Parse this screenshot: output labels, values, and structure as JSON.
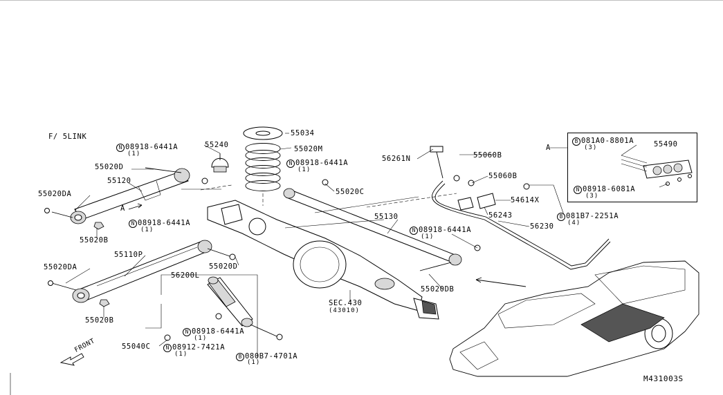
{
  "figure_id": "M431003S",
  "section_title": "F/ 5LINK",
  "front_label": "FRONT",
  "view_marker": "A",
  "labels": {
    "p55034": "55034",
    "p55240": "55240",
    "p55020M": "55020M",
    "n_upper": "08918-6441A",
    "n_upper_qty": "(1)",
    "p55020D_top": "55020D",
    "n_spring": "08918-6441A",
    "n_spring_qty": "(1)",
    "p55120": "55120",
    "p55020C": "55020C",
    "p55020DA_top": "55020DA",
    "p55020B_top": "55020B",
    "n_left": "08918-6441A",
    "n_left_qty": "(1)",
    "p55110P": "55110P",
    "p55020D_mid": "55020D",
    "p55020DA_bot": "55020DA",
    "p55020B_bot": "55020B",
    "p56200L": "56200L",
    "n_shock": "08918-6441A",
    "n_shock_qty": "(1)",
    "p55040C": "55040C",
    "n_shock2": "08912-7421A",
    "n_shock2_qty": "(1)",
    "b_shock": "080B7-4701A",
    "b_shock_qty": "(1)",
    "sec_430": "SEC.430",
    "sec_430_sub": "(43010)",
    "p55130": "55130",
    "n_right": "08918-6441A",
    "n_right_qty": "(1)",
    "p55020DB": "55020DB",
    "p56261N": "56261N",
    "p55060B_a": "55060B",
    "p55060B_b": "55060B",
    "p54614X": "54614X",
    "p56243": "56243",
    "b_stab": "081B7-2251A",
    "b_stab_qty": "(4)",
    "p56230": "56230",
    "inset_b": "081A0-8801A",
    "inset_b_qty": "(3)",
    "inset_p": "55490",
    "inset_n": "08918-6081A",
    "inset_n_qty": "(3)"
  },
  "symbols": {
    "nut": "N",
    "bolt": "B"
  }
}
